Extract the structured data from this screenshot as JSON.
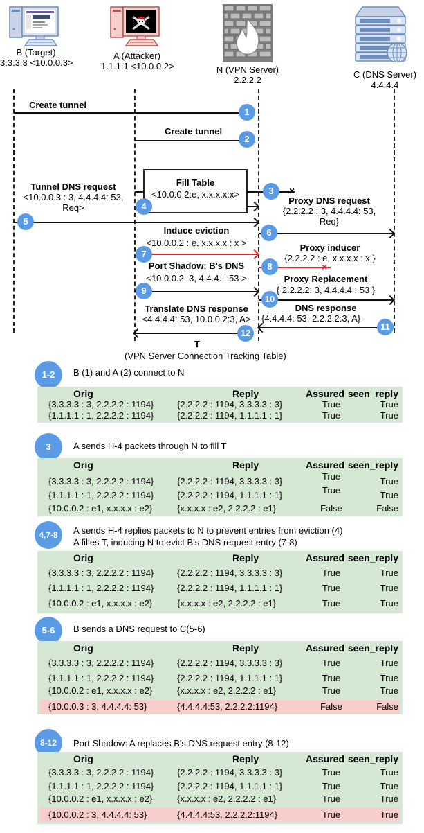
{
  "nodes": [
    {
      "id": "B",
      "name": "B (Target)",
      "address": "3.3.3.3 <10.0.0.3>",
      "icon": "desktop-computer-icon"
    },
    {
      "id": "A",
      "name": "A (Attacker)",
      "address": "1.1.1.1 <10.0.0.2>",
      "icon": "attacker-computer-icon"
    },
    {
      "id": "N",
      "name": "N (VPN Server)",
      "address": "2.2.2.2",
      "icon": "firewall-icon"
    },
    {
      "id": "C",
      "name": "C (DNS Server)",
      "address": "4.4.4.4",
      "icon": "dns-server-icon"
    }
  ],
  "messages": {
    "m1": {
      "step": "1",
      "title": "Create tunnel"
    },
    "m2": {
      "step": "2",
      "title": "Create tunnel"
    },
    "fill_table": {
      "title": "Fill Table",
      "detail": "<10.0.0.2:e, x.x.x.x:x>"
    },
    "m3": {
      "step": "3"
    },
    "m4": {
      "step": "4"
    },
    "tunnel_dns": {
      "title": "Tunnel DNS request",
      "detail1": "<10.0.0.3 : 3, 4.4.4.4: 53,",
      "detail2": "Req>"
    },
    "m5": {
      "step": "5"
    },
    "proxy_dns": {
      "title": "Proxy DNS request",
      "detail1": "{2.2.2.2 : 3, 4.4.4.4: 53,",
      "detail2": "Req}"
    },
    "m6": {
      "step": "6"
    },
    "induce": {
      "title": "Induce eviction",
      "detail": "<10.0.0.2 : e, x.x.x.x : x >"
    },
    "m7": {
      "step": "7"
    },
    "proxy_inducer": {
      "title": "Proxy inducer",
      "detail": "{2.2.2.2 : e, x.x.x.x : x }"
    },
    "m8": {
      "step": "8"
    },
    "port_shadow": {
      "title": "Port Shadow: B's DNS",
      "detail": "<10.0.0.2: 3, 4.4.4. : 53 >"
    },
    "proxy_replacement": {
      "title": "Proxy Replacement",
      "detail": "{ 2.2.2.2: 3, 4.4.4.4 : 53 }"
    },
    "m9": {
      "step": "9"
    },
    "m10": {
      "step": "10"
    },
    "dns_response": {
      "title": "DNS response",
      "detail": "{4.4.4.4: 53, 2.2.2.2:3, A}"
    },
    "m11": {
      "step": "11"
    },
    "translate": {
      "title": "Translate DNS response",
      "detail": "<4.4.4.4: 53, 10.0.0.2:3, A>"
    },
    "m12": {
      "step": "12"
    }
  },
  "table_caption": {
    "title": "T",
    "subtitle": "(VPN Server Connection Tracking Table)"
  },
  "columns": {
    "orig": "Orig",
    "reply": "Reply",
    "assured": "Assured",
    "seen": "seen_reply"
  },
  "steps": [
    {
      "badge": "1-2",
      "lines": [
        "B (1) and A (2)  connect to N"
      ],
      "rows": [
        {
          "orig": "{3.3.3.3 : 3, 2.2.2.2 : 1194}",
          "reply": "{2.2.2.2 : 1194, 3.3.3.3 : 3}",
          "assured": "True",
          "seen": "True",
          "highlight": false
        },
        {
          "orig": "{1.1.1.1 : 1, 2.2.2.2 : 1194}",
          "reply": "{2.2.2.2 : 1194, 1.1.1.1 : 1}",
          "assured": "True",
          "seen": "True",
          "highlight": false
        }
      ]
    },
    {
      "badge": "3",
      "lines": [
        "A sends H-4 packets through N to fill T"
      ],
      "rows": [
        {
          "orig": "{3.3.3.3 : 3, 2.2.2.2 : 1194}",
          "reply": "{2.2.2.2 : 1194, 3.3.3.3 : 3}",
          "assured": "True",
          "seen": "True",
          "highlight": false
        },
        {
          "orig": "{1.1.1.1 : 1, 2.2.2.2 : 1194}",
          "reply": "{2.2.2.2 : 1194, 1.1.1.1 : 1}",
          "assured": "True",
          "seen": "True",
          "highlight": false
        },
        {
          "orig": "{10.0.0.2 : e1, x.x.x.x : e2}",
          "reply": "{x.x.x.x : e2, 2.2.2.2 : e1}",
          "assured": "False",
          "seen": "False",
          "highlight": false
        }
      ]
    },
    {
      "badge": "4,7-8",
      "lines": [
        "A sends H-4 replies packets to N  to prevent entries from eviction (4)",
        "A filles T, inducing N to evict B's DNS request entry (7-8)"
      ],
      "rows": [
        {
          "orig": "{3.3.3.3 : 3, 2.2.2.2 : 1194}",
          "reply": "{2.2.2.2 : 1194, 3.3.3.3 : 3}",
          "assured": "True",
          "seen": "True",
          "highlight": false
        },
        {
          "orig": "{1.1.1.1 : 1, 2.2.2.2 : 1194}",
          "reply": "{2.2.2.2 : 1194, 1.1.1.1 : 1}",
          "assured": "True",
          "seen": "True",
          "highlight": false
        },
        {
          "orig": "{10.0.0.2 : e1, x.x.x.x : e2}",
          "reply": "{x.x.x.x : e2, 2.2.2.2 : e1}",
          "assured": "True",
          "seen": "True",
          "highlight": false
        }
      ]
    },
    {
      "badge": "5-6",
      "lines": [
        "B sends a DNS request to C(5-6)"
      ],
      "rows": [
        {
          "orig": "{3.3.3.3 : 3, 2.2.2.2 : 1194}",
          "reply": "{2.2.2.2 : 1194, 3.3.3.3 : 3}",
          "assured": "True",
          "seen": "True",
          "highlight": false
        },
        {
          "orig": "{1.1.1.1 : 1, 2.2.2.2 : 1194}",
          "reply": "{2.2.2.2 : 1194, 1.1.1.1 : 1}",
          "assured": "True",
          "seen": "True",
          "highlight": false
        },
        {
          "orig": "{10.0.0.2 : e1, x.x.x.x : e2}",
          "reply": "{x.x.x.x : e2, 2.2.2.2 : e1}",
          "assured": "True",
          "seen": "True",
          "highlight": false
        },
        {
          "orig": "{10.0.0.3 : 3, 4.4.4.4: 53}",
          "reply": "{4.4.4.4:53, 2.2.2.2:1194}",
          "assured": "False",
          "seen": "False",
          "highlight": true
        }
      ]
    },
    {
      "badge": "8-12",
      "lines": [
        "Port Shadow: A replaces B's DNS request entry (8-12)"
      ],
      "rows": [
        {
          "orig": "{3.3.3.3 : 3, 2.2.2.2 : 1194}",
          "reply": "{2.2.2.2 : 1194, 3.3.3.3 : 3}",
          "assured": "True",
          "seen": "True",
          "highlight": false
        },
        {
          "orig": "{1.1.1.1 : 1, 2.2.2.2 : 1194}",
          "reply": "{2.2.2.2 : 1194, 1.1.1.1 : 1}",
          "assured": "True",
          "seen": "True",
          "highlight": false
        },
        {
          "orig": "{10.0.0.2 : e1, x.x.x.x : e2}",
          "reply": "{x.x.x.x : e2, 2.2.2.2 : e1}",
          "assured": "True",
          "seen": "True",
          "highlight": false
        },
        {
          "orig": "{10.0.0.2 : 3, 4.4.4.4: 53}",
          "reply": "{4.4.4.4:53, 2.2.2.2:1194}",
          "assured": "True",
          "seen": "True",
          "highlight": true
        }
      ]
    }
  ],
  "colors": {
    "badge": "#5b9be6",
    "table_bg": "#d5e8d4",
    "highlight_bg": "#f8cecc",
    "attack_line": "#e8212a"
  }
}
